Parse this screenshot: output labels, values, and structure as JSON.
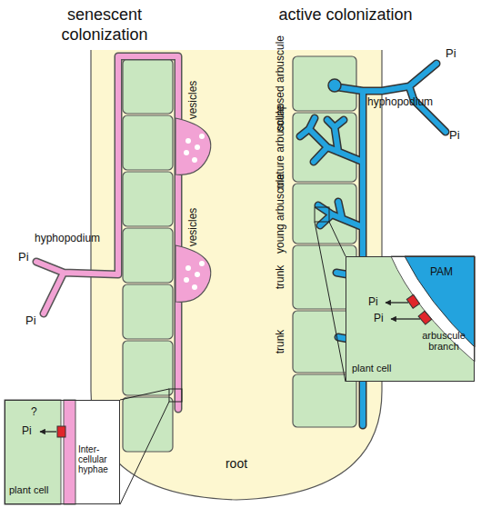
{
  "diagram": {
    "nodes": [
      {
        "text": [
          "root"
        ]
      },
      {
        "text": [
          "Pi",
          "?",
          "plant cell",
          "Inter-cellular hyphae"
        ]
      },
      {
        "text": [
          "PAM",
          "Pi",
          "Pi",
          "plant cell",
          "arbuscule branch"
        ]
      }
    ],
    "labels": [
      "senescent colonization",
      "active colonization",
      "vesicles",
      "vesicles",
      "hyphopodium",
      "Pi",
      "Pi",
      "collapsed arbuscule",
      "mature arbuscule",
      "young arbuscule",
      "trunk",
      "trunk",
      "hyphopodium",
      "Pi",
      "Pi"
    ]
  }
}
